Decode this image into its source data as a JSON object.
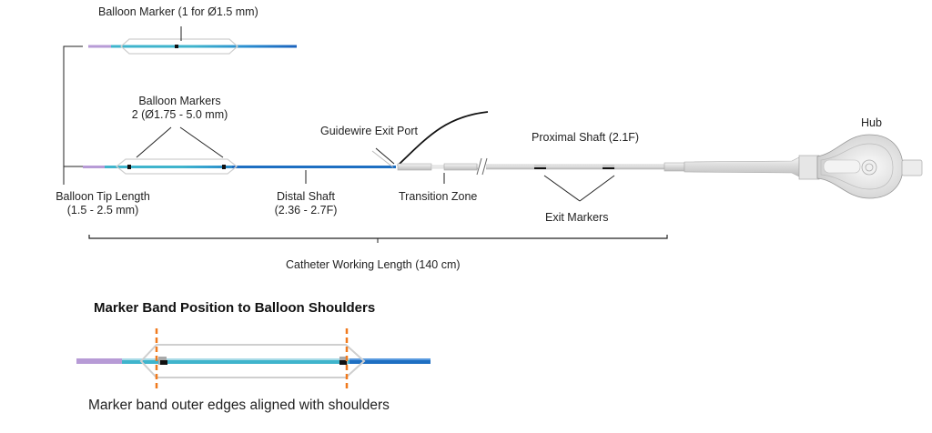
{
  "labels": {
    "balloon_marker_single": "Balloon Marker (1 for Ø1.5 mm)",
    "balloon_markers_title": "Balloon Markers",
    "balloon_markers_range": "2 (Ø1.75 - 5.0 mm)",
    "guidewire_exit_port": "Guidewire Exit Port",
    "proximal_shaft": "Proximal Shaft (2.1F)",
    "hub": "Hub",
    "balloon_tip_length_title": "Balloon Tip Length",
    "balloon_tip_length_range": "(1.5 - 2.5 mm)",
    "distal_shaft_title": "Distal Shaft",
    "distal_shaft_range": "(2.36 - 2.7F)",
    "transition_zone": "Transition Zone",
    "exit_markers": "Exit Markers",
    "working_length": "Catheter Working Length (140 cm)"
  },
  "detail": {
    "title": "Marker Band Position to Balloon Shoulders",
    "caption": "Marker band outer edges aligned with shoulders"
  },
  "colors": {
    "tip": "#b79bd6",
    "balloon_shaft": "#3fb4cc",
    "distal_shaft": "#1e6fc2",
    "proximal_shaft": "#d6d6d6",
    "marker": "#111111",
    "alignment_line": "#f07a1e"
  }
}
